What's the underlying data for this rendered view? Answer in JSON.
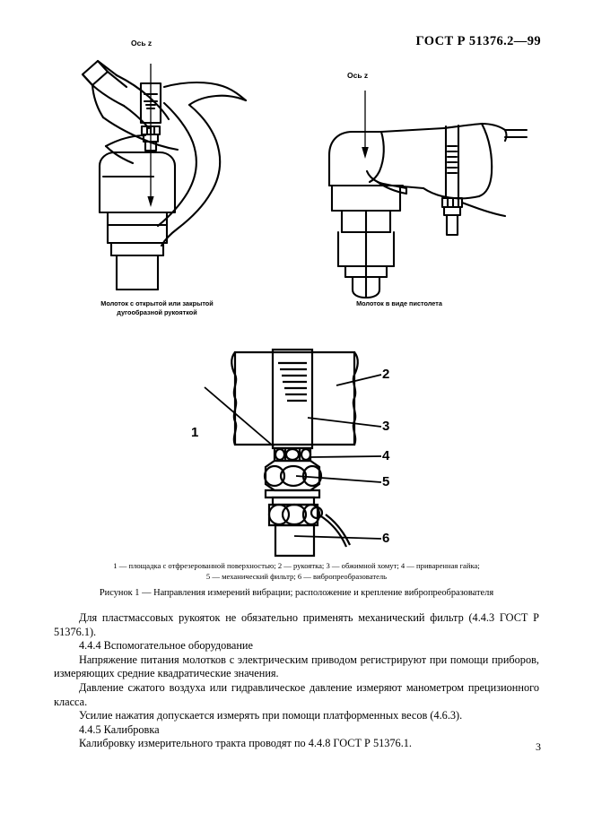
{
  "header": {
    "standard_code": "ГОСТ Р 51376.2—99"
  },
  "figure": {
    "drawings": [
      {
        "id": "hammer-open-closed-handle",
        "axis_label": "Ось z",
        "caption": "Молоток с открытой или закрытой\nдугообразной рукояткой"
      },
      {
        "id": "hammer-pistol-type",
        "axis_label": "Ось z",
        "caption": "Молоток в виде пистолета"
      }
    ],
    "callouts": [
      "1",
      "2",
      "3",
      "4",
      "5",
      "6"
    ],
    "legend_line1": "1 — площадка с отфрезерованной поверхностью; 2 — рукоятка; 3 — обжимной хомут; 4 — приваренная гайка;",
    "legend_line2": "5 — механический фильтр; 6 — вибропреобразователь",
    "title": "Рисунок 1 — Направления измерений вибрации; расположение и крепление вибропреобразователя"
  },
  "body": {
    "paragraphs": [
      "Для пластмассовых рукояток не обязательно применять механический фильтр (4.4.3 ГОСТ Р 51376.1).",
      "4.4.4  Вспомогательное оборудование",
      "Напряжение питания молотков с электрическим приводом регистрируют при помощи приборов, измеряющих средние квадратические значения.",
      "Давление сжатого воздуха или гидравлическое давление измеряют манометром прецизионного класса.",
      "Усилие нажатия допускается измерять при помощи платформенных весов (4.6.3).",
      "4.4.5  Калибровка",
      "Калибровку измерительного тракта проводят по 4.4.8 ГОСТ Р 51376.1."
    ]
  },
  "footer": {
    "page_number": "3"
  }
}
